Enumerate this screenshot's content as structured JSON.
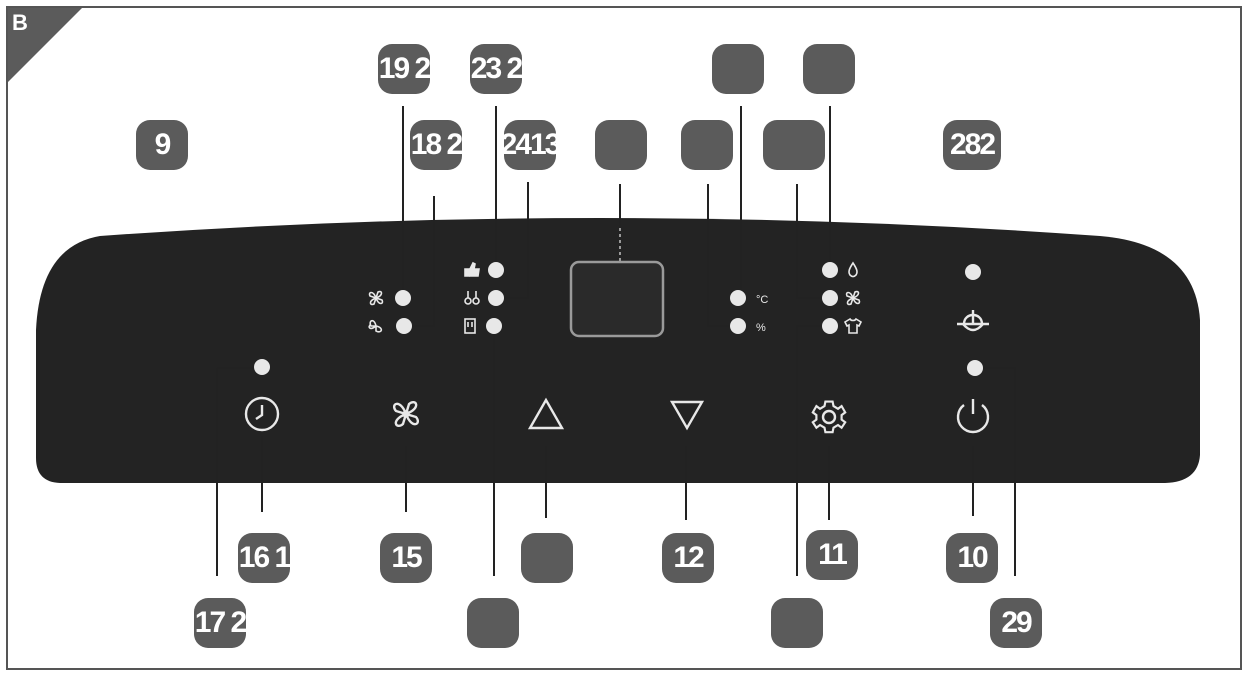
{
  "figure": {
    "corner_label": "B"
  },
  "callouts": [
    {
      "id": "c19",
      "text": "19 2"
    },
    {
      "id": "c23",
      "text": "23 2"
    },
    {
      "id": "ctop1",
      "text": ""
    },
    {
      "id": "ctop2",
      "text": ""
    },
    {
      "id": "c9",
      "text": "9"
    },
    {
      "id": "c18",
      "text": "18 2"
    },
    {
      "id": "c2413",
      "text": "2413"
    },
    {
      "id": "cmid1",
      "text": ""
    },
    {
      "id": "cmid2",
      "text": ""
    },
    {
      "id": "cmid3",
      "text": ""
    },
    {
      "id": "c282",
      "text": "282"
    },
    {
      "id": "c16",
      "text": "16 1"
    },
    {
      "id": "c15",
      "text": "15"
    },
    {
      "id": "cbot1",
      "text": ""
    },
    {
      "id": "c12",
      "text": "12"
    },
    {
      "id": "c11",
      "text": "11"
    },
    {
      "id": "c10",
      "text": "10"
    },
    {
      "id": "c17",
      "text": "17 2"
    },
    {
      "id": "cbot2",
      "text": ""
    },
    {
      "id": "cbot3",
      "text": ""
    },
    {
      "id": "c29",
      "text": "29"
    }
  ],
  "indicators": {
    "temp_unit": "°C",
    "humidity_unit": "%"
  },
  "icons": {
    "fan_high": "fan-high-icon",
    "fan_low": "fan-low-icon",
    "recommended": "thumbs-up-icon",
    "dehumidify": "dehumidify-icon",
    "tank_full": "tank-full-icon",
    "drop": "water-drop-icon",
    "fan_mode": "fan-mode-icon",
    "laundry": "shirt-icon",
    "child_lock": "lock-icon",
    "timer": "timer-icon",
    "fan_button": "fan-speed-icon",
    "up": "triangle-up-icon",
    "down": "triangle-down-icon",
    "mode": "gear-icon",
    "power": "power-icon"
  },
  "colors": {
    "panel": "#232323",
    "callout": "#5b5b5b",
    "icon": "#e8e8e8"
  }
}
